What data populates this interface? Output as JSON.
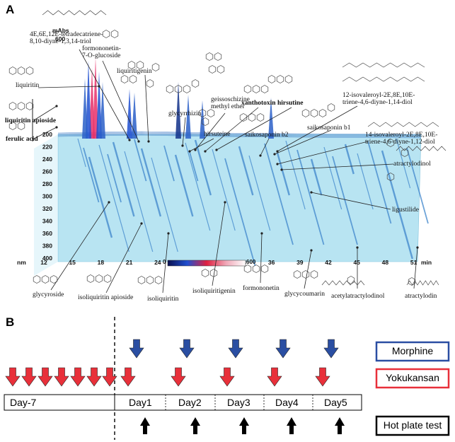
{
  "panel_a": {
    "letter": "A",
    "y_unit": "mAbs",
    "y_max": "600",
    "wavelength_unit": "nm",
    "time_unit": "min",
    "wavelengths": [
      "200",
      "220",
      "240",
      "260",
      "280",
      "300",
      "320",
      "340",
      "360",
      "380",
      "400"
    ],
    "times": [
      "12",
      "15",
      "18",
      "21",
      "24",
      "27",
      "30",
      "33",
      "36",
      "39",
      "42",
      "45",
      "48",
      "51"
    ],
    "colorbar": {
      "min": "0",
      "max": "600"
    },
    "compounds_top": {
      "tetradecatriene": "4E,6E,12E-tetradecatriene-\n8,10-diyne-1,3,14-triol",
      "formononetin_glucoside": "formononetin-\n7-O-glucoside",
      "liquiritin": "liquiritin",
      "liquiritigenin": "liquiritigenin",
      "glycyrrhizin": "glycyrrhizin",
      "geissoschizine": "geissoschizine\nmethyl ether",
      "xanthotoxin": "xanthotoxin",
      "hirsutine": "hirsutine",
      "hirsuteine": "hirsuteine",
      "saikosaponin_b2": "saikosaponin b2",
      "saikosaponin_b1": "saikosaponin b1",
      "isovaleroyl_triene_diol": "12-isovaleroyl-2E,8E,10E-\ntriene-4,6-diyne-1,14-diol",
      "isovaleroyl_14": "14-isovaleroyl-2E,8E,10E-\ntriene-4,6-diyne-1,12-diol",
      "atractylodinol": "atractylodinol",
      "ligustilide": "ligustilide",
      "liquiritin_apioside": "liquiritin apioside",
      "ferulic_acid": "ferulic acid"
    },
    "compounds_bottom": {
      "glycyroside": "glycyroside",
      "isoliquiritin_apioside": "isoliquiritin apioside",
      "isoliquiritin": "isoliquiritin",
      "isoliquiritigenin": "isoliquiritigenin",
      "formononetin": "formononetin",
      "glycycoumarin": "glycycoumarin",
      "acetylatractylodinol": "acetylatractylodinol",
      "atractylodin": "atractylodin"
    }
  },
  "panel_b": {
    "letter": "B",
    "days": [
      "Day-7",
      "Day1",
      "Day2",
      "Day3",
      "Day4",
      "Day5"
    ],
    "legend": {
      "morphine": "Morphine",
      "yokukansan": "Yokukansan",
      "hot_plate": "Hot plate test"
    },
    "colors": {
      "morphine": "#2a4ea2",
      "yokukansan": "#e8303a",
      "hot_plate": "#000000"
    }
  }
}
